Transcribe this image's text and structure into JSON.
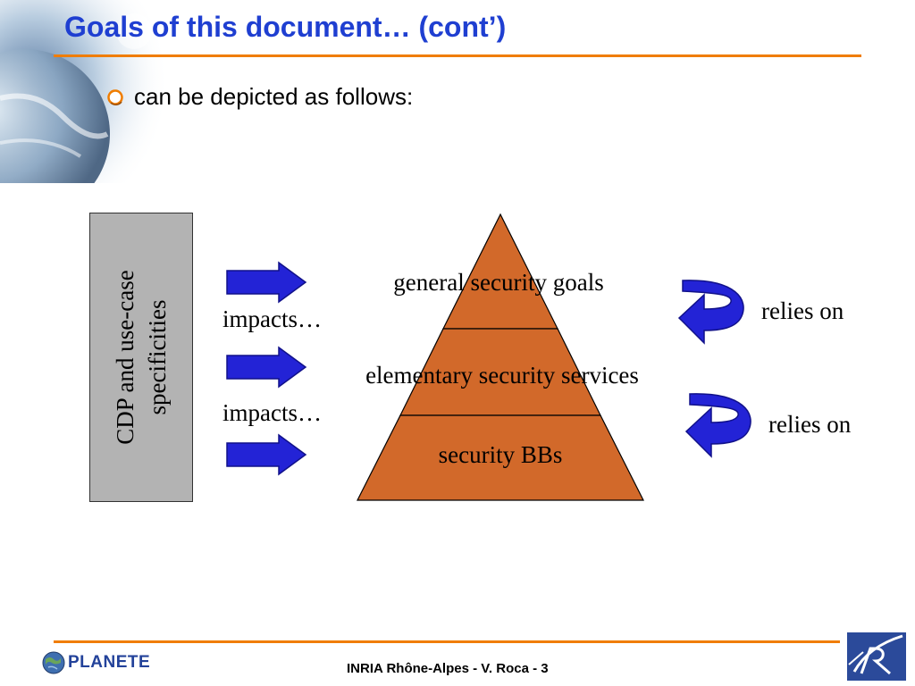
{
  "slide": {
    "title": "Goals of this document… (cont’)",
    "bullet": "can be depicted as follows:",
    "footer": "INRIA Rhône-Alpes - V. Roca - 3"
  },
  "diagram": {
    "cdp_box": {
      "line1": "CDP and use-case",
      "line2": "specificities"
    },
    "impacts_labels": [
      "impacts…",
      "impacts…"
    ],
    "pyramid_levels": [
      "general security goals",
      "elementary security services",
      "security BBs"
    ],
    "relies_labels": [
      "relies on",
      "relies on"
    ]
  },
  "logos": {
    "left_text": "PLANETE"
  },
  "colors": {
    "title": "#1f3fd1",
    "rule": "#f07d00",
    "pyramid_fill": "#d2692a",
    "arrow_fill": "#2323d6",
    "cdp_box_fill": "#b3b3b3"
  },
  "icons": {
    "bullet": "hollow-circle-bullet-icon",
    "arrow": "right-arrow-icon",
    "curved": "curved-return-arrow-icon",
    "corner": "globe-image",
    "logo_right": "inria-logo-icon"
  }
}
